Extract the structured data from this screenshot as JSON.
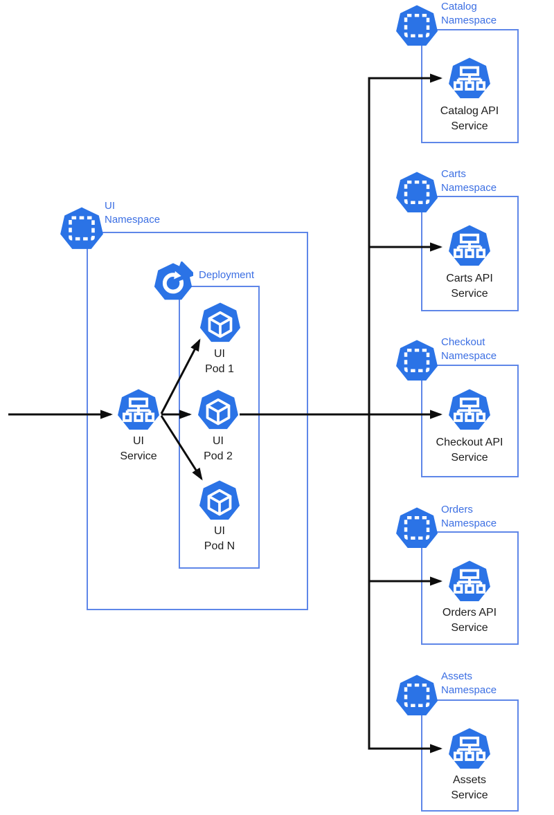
{
  "colors": {
    "icon_blue": "#2b73e6",
    "label_blue": "#3c6fe3",
    "box_border": "#5e86e8",
    "arrow": "#0d0d0d"
  },
  "icons": {
    "namespace": "heptagon-dashed-square",
    "service": "heptagon-node-tree",
    "pod": "heptagon-cube",
    "deployment": "heptagon-circular-arrow"
  },
  "ui_namespace": {
    "label_lines": [
      "UI",
      "Namespace"
    ],
    "service": {
      "label_lines": [
        "UI",
        "Service"
      ]
    },
    "deployment": {
      "label": "Deployment",
      "pods": [
        {
          "lines": [
            "UI",
            "Pod 1"
          ]
        },
        {
          "lines": [
            "UI",
            "Pod 2"
          ]
        },
        {
          "lines": [
            "UI",
            "Pod N"
          ]
        }
      ]
    }
  },
  "namespaces": [
    {
      "label_lines": [
        "Catalog",
        "Namespace"
      ],
      "service_label_lines": [
        "Catalog API",
        "Service"
      ]
    },
    {
      "label_lines": [
        "Carts",
        "Namespace"
      ],
      "service_label_lines": [
        "Carts API",
        "Service"
      ]
    },
    {
      "label_lines": [
        "Checkout",
        "Namespace"
      ],
      "service_label_lines": [
        "Checkout API",
        "Service"
      ]
    },
    {
      "label_lines": [
        "Orders",
        "Namespace"
      ],
      "service_label_lines": [
        "Orders API",
        "Service"
      ]
    },
    {
      "label_lines": [
        "Assets",
        "Namespace"
      ],
      "service_label_lines": [
        "Assets",
        "Service"
      ]
    }
  ]
}
